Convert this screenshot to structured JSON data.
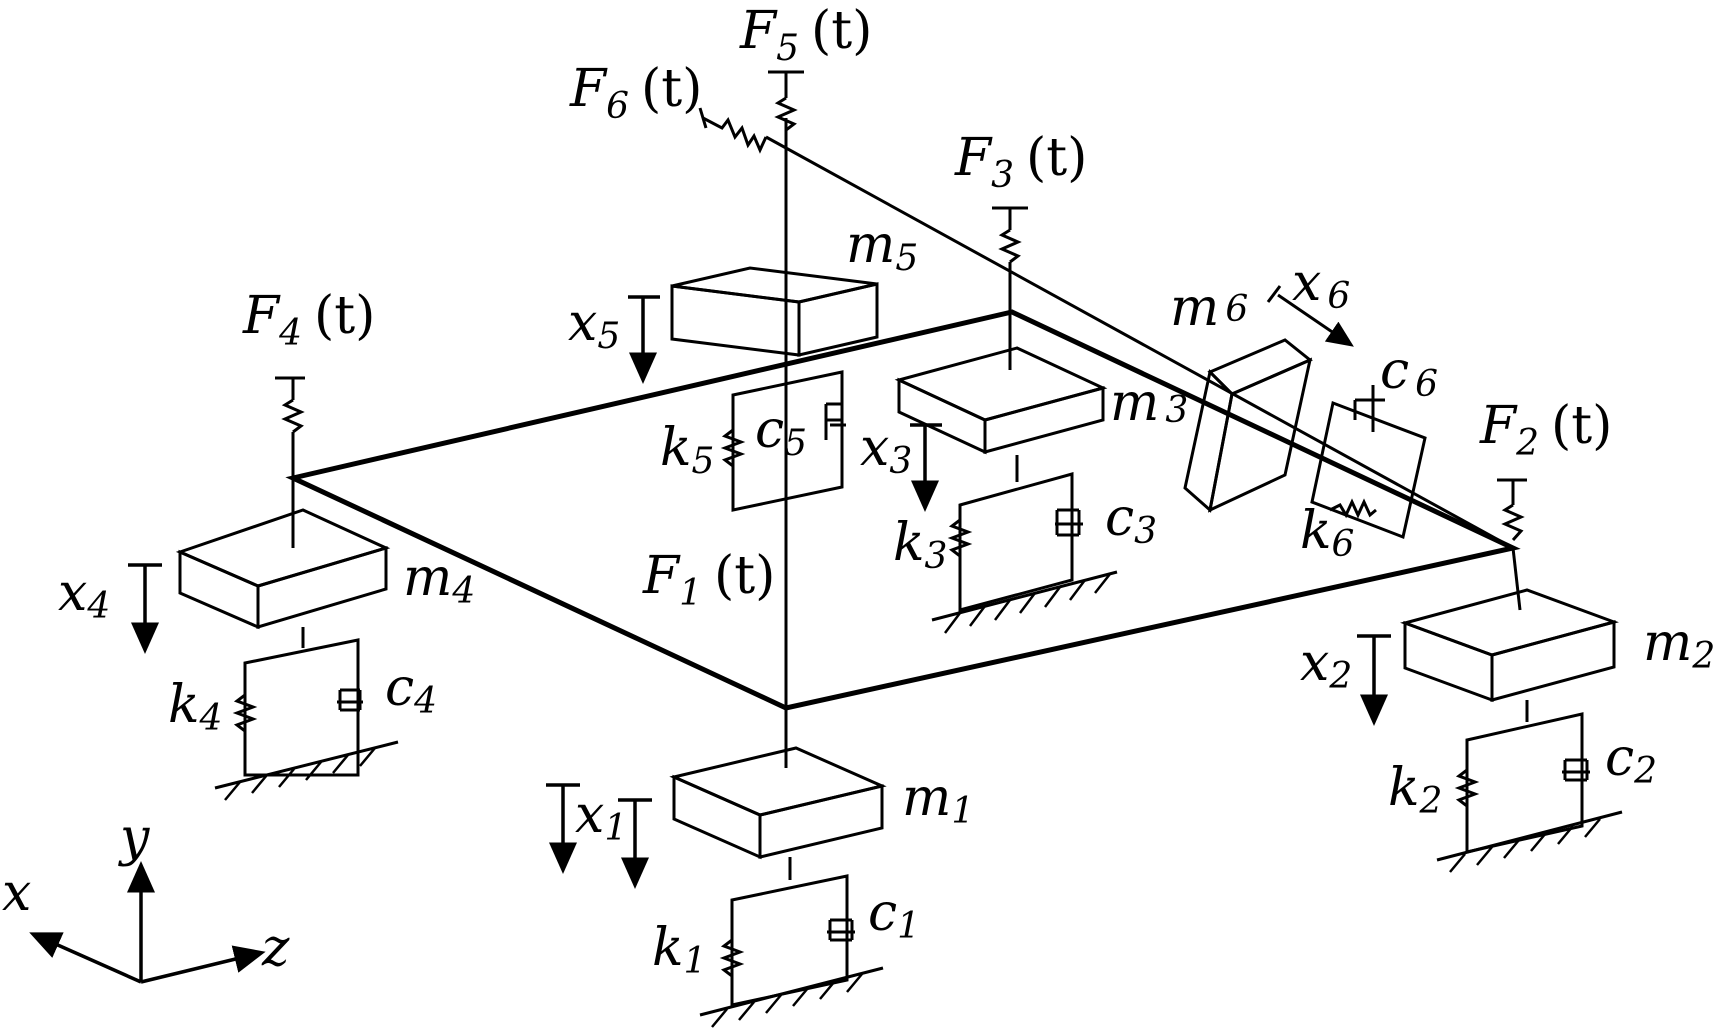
{
  "masses": {
    "m1": {
      "base": "m",
      "sub": "1"
    },
    "m2": {
      "base": "m",
      "sub": "2"
    },
    "m3": {
      "base": "m",
      "sub": "3"
    },
    "m4": {
      "base": "m",
      "sub": "4"
    },
    "m5": {
      "base": "m",
      "sub": "5"
    },
    "m6": {
      "base": "m",
      "sub": "6"
    }
  },
  "springs": {
    "k1": {
      "base": "k",
      "sub": "1"
    },
    "k2": {
      "base": "k",
      "sub": "2"
    },
    "k3": {
      "base": "k",
      "sub": "3"
    },
    "k4": {
      "base": "k",
      "sub": "4"
    },
    "k5": {
      "base": "k",
      "sub": "5"
    },
    "k6": {
      "base": "k",
      "sub": "6"
    }
  },
  "dampers": {
    "c1": {
      "base": "c",
      "sub": "1"
    },
    "c2": {
      "base": "c",
      "sub": "2"
    },
    "c3": {
      "base": "c",
      "sub": "3"
    },
    "c4": {
      "base": "c",
      "sub": "4"
    },
    "c5": {
      "base": "c",
      "sub": "5"
    },
    "c6": {
      "base": "c",
      "sub": "6"
    }
  },
  "displacements": {
    "x1": {
      "base": "x",
      "sub": "1"
    },
    "x2": {
      "base": "x",
      "sub": "2"
    },
    "x3": {
      "base": "x",
      "sub": "3"
    },
    "x4": {
      "base": "x",
      "sub": "4"
    },
    "x5": {
      "base": "x",
      "sub": "5"
    },
    "x6": {
      "base": "x",
      "sub": "6"
    }
  },
  "forces": {
    "F1": {
      "base": "F",
      "sub": "1",
      "arg": "(t)"
    },
    "F2": {
      "base": "F",
      "sub": "2",
      "arg": "(t)"
    },
    "F3": {
      "base": "F",
      "sub": "3",
      "arg": "(t)"
    },
    "F4": {
      "base": "F",
      "sub": "4",
      "arg": "(t)"
    },
    "F5": {
      "base": "F",
      "sub": "5",
      "arg": "(t)"
    },
    "F6": {
      "base": "F",
      "sub": "6",
      "arg": "(t)"
    }
  },
  "axes": {
    "x": "x",
    "y": "y",
    "z": "z"
  }
}
